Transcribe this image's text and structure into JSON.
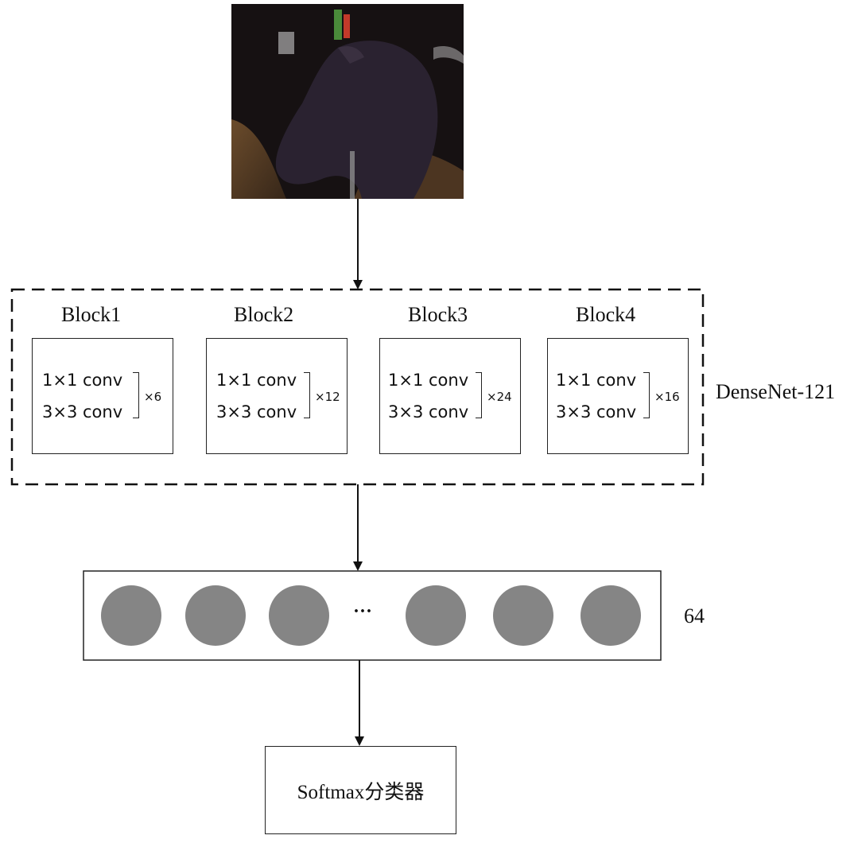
{
  "input_image": {
    "icon": "horse-photo-icon",
    "colors": {
      "dark": "#1a1414",
      "horse": "#2b2430",
      "straw": "#6b4a2a"
    }
  },
  "network": {
    "label": "DenseNet-121",
    "blocks": [
      {
        "title": "Block1",
        "layers": [
          "1×1 conv",
          "3×3 conv"
        ],
        "repeat": "×6"
      },
      {
        "title": "Block2",
        "layers": [
          "1×1 conv",
          "3×3 conv"
        ],
        "repeat": "×12"
      },
      {
        "title": "Block3",
        "layers": [
          "1×1 conv",
          "3×3 conv"
        ],
        "repeat": "×24"
      },
      {
        "title": "Block4",
        "layers": [
          "1×1 conv",
          "3×3 conv"
        ],
        "repeat": "×16"
      }
    ]
  },
  "feature_layer": {
    "ellipsis": "···",
    "size_label": "64",
    "node_color": "#858585"
  },
  "classifier": {
    "label": "Softmax分类器"
  }
}
